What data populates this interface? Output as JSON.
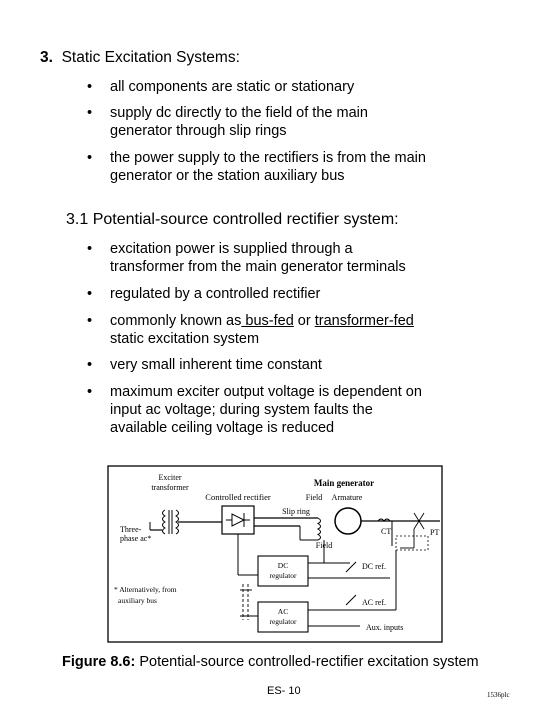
{
  "section": {
    "number": "3.",
    "title": "Static Excitation Systems:",
    "bullets": [
      [
        "all components are static or stationary"
      ],
      [
        "supply dc directly to the field of the main",
        "generator through slip rings"
      ],
      [
        "the power supply to the rectifiers is from the main",
        "generator or the station auxiliary bus"
      ]
    ]
  },
  "subsection": {
    "title": "3.1  Potential-source controlled rectifier system:",
    "b1": [
      "excitation power is supplied through a",
      "transformer from the main generator terminals"
    ],
    "b2": "regulated by a controlled rectifier",
    "b3": {
      "prefix": "commonly known as",
      "term1": " bus-fed",
      "mid": " or ",
      "term2": "transformer-fed",
      "line2": "static excitation system"
    },
    "b4": "very small inherent time constant",
    "b5": [
      "maximum exciter output voltage is dependent on",
      "input ac voltage; during system faults the",
      "available ceiling voltage is reduced"
    ]
  },
  "bullet_glyph": "•",
  "diagram": {
    "exciter_transformer": [
      "Exciter",
      "transformer"
    ],
    "controlled_rectifier": "Controlled rectifier",
    "main_generator": "Main generator",
    "field": "Field",
    "armature": "Armature",
    "slip_ring": "Slip ring",
    "three_phase_ac": [
      "Three-",
      "phase ac*"
    ],
    "field_label": "Field",
    "ct": "CT",
    "pt": "PT",
    "dc_regulator": [
      "DC",
      "regulator"
    ],
    "dc_ref": "DC ref.",
    "ac_regulator": [
      "AC",
      "regulator"
    ],
    "ac_ref": "AC ref.",
    "aux_inputs": "Aux. inputs",
    "footnote": [
      "* Alternatively, from",
      "auxiliary bus"
    ]
  },
  "caption": {
    "bold": "Figure 8.6:",
    "text": " Potential-source controlled-rectifier excitation system"
  },
  "footer": "ES- 10",
  "corner_mark": "1536plc"
}
